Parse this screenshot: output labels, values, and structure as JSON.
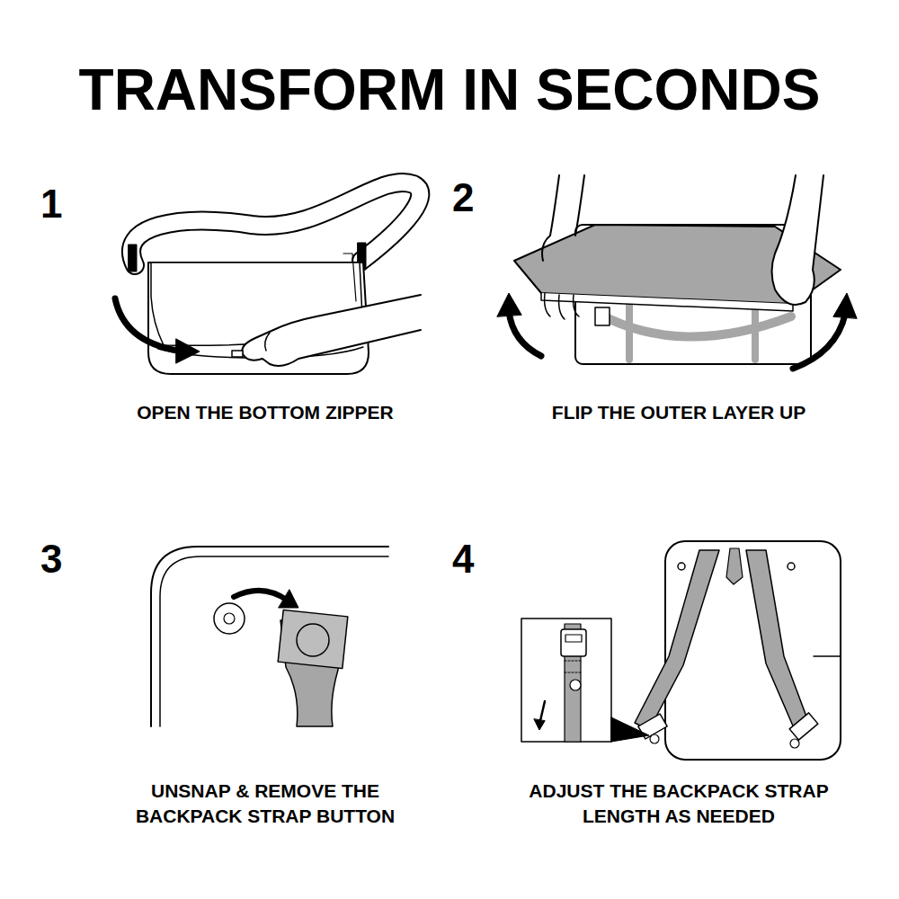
{
  "diagram": {
    "title": "TRANSFORM IN SECONDS",
    "labels": [
      "1",
      "OPEN THE BOTTOM ZIPPER",
      "2",
      "FLIP THE OUTER LAYER UP",
      "3",
      "UNSNAP & REMOVE THE BACKPACK STRAP BUTTON",
      "4",
      "ADJUST THE BACKPACK STRAP LENGTH AS NEEDED"
    ]
  }
}
